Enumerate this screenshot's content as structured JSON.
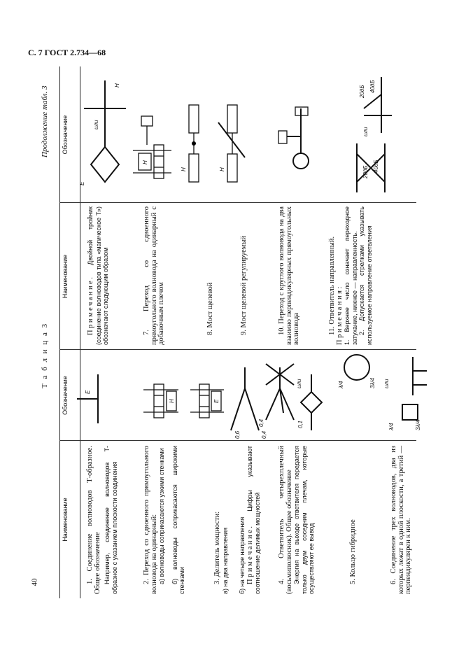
{
  "page_header": "С. 7 ГОСТ 2.734—68",
  "page_number": "40",
  "table_title": "Т а б л и ц а 3",
  "continuation_title": "Продолжение табл. 3",
  "headers": {
    "name1": "Наименование",
    "sym1": "Обозначение",
    "name2": "Наименование",
    "sym2": "Обозначение"
  },
  "col1": {
    "item1_a": "1. Соединение волноводов Т-образное. Общее обозначение",
    "item1_b": "Например, соединение волноводов Т-образное с указанием плоскости соединения",
    "item2": "2. Переход со сдвоенного прямоугольного волновода на одинарный:",
    "item2_a": "а) волноводы соприкасаются узкими стенками",
    "item2_b": "б) волноводы соприкасаются широкими стенками",
    "item3": "3. Делитель мощности:",
    "item3_a": "а) на два направления",
    "item3_b": "б) на четыре направления",
    "item3_note_label": "Примечание.",
    "item3_note": "Цифры указывают соотношение делимых мощностей",
    "item4_a": "4. Ответвитель четырехплечный (восьмиполюсник). Общее обозначение",
    "item4_b": "Энергия на выходе ответвителя передается только двум соседним плечам, которые осуществляют ее вывод",
    "item5": "5. Кольцо гибридное",
    "item6": "6. Соединение трех волноводов, два из которых лежат в одной плоскости, а третий — перпендикулярен к ним."
  },
  "col3": {
    "note_label": "Примечание.",
    "note": "Двойной тройник (соединение волноводов типа «магическое Т») обозначают следующим образом",
    "item7": "7. Переход со сдвоенного прямоугольного волновода на одинарный с добавочным плечом",
    "item8": "8. Мост щелевой",
    "item9": "9. Мост щелевой регулируемый",
    "item10": "10. Переход с круглого волновода на два взаимно перпендикулярных прямоугольных волновода",
    "item11": "11. Ответвитель направленный.",
    "item11_notes_label": "Примечания:",
    "item11_note1": "1. Верхнее число означает переходное затухание, нижнее — направленность.",
    "item11_note2": "2. Допускается стрелками указывать используемое направление ответвления"
  },
  "symbol_labels": {
    "E": "E",
    "H": "H",
    "ili": "или",
    "r06": "0,6",
    "r04": "0,4",
    "r01": "0,1",
    "lam4": "λ/4",
    "lam34": "3λ/4",
    "db20": "20дБ",
    "db40": "40дБ"
  }
}
